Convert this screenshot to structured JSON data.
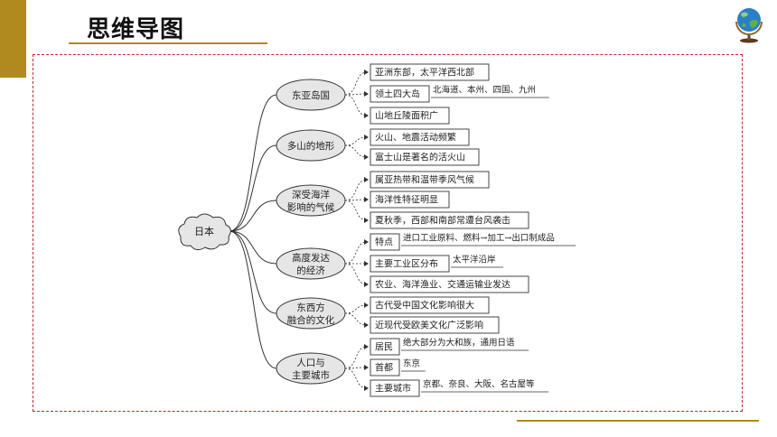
{
  "header": {
    "title": "思维导图"
  },
  "colors": {
    "accent": "#b08a1e",
    "frame": "#b52a2a",
    "node_fill": "#e6e6e6",
    "ink": "#333333"
  },
  "icons": {
    "corner": "globe-icon"
  },
  "mindmap": {
    "root": "日本",
    "branches": [
      {
        "label": [
          "东亚岛国"
        ],
        "items": [
          {
            "text": "亚洲东部，太平洋西北部"
          },
          {
            "text": "领土四大岛",
            "note": "北海道、本州、四国、九州"
          },
          {
            "text": "山地丘陵面积广"
          }
        ]
      },
      {
        "label": [
          "多山的地形"
        ],
        "items": [
          {
            "text": "火山、地震活动频繁"
          },
          {
            "text": "富士山是著名的活火山"
          }
        ]
      },
      {
        "label": [
          "深受海洋",
          "影响的气候"
        ],
        "items": [
          {
            "text": "属亚热带和温带季风气候"
          },
          {
            "text": "海洋性特征明显"
          },
          {
            "text": "夏秋季，西部和南部常遭台风袭击"
          }
        ]
      },
      {
        "label": [
          "高度发达",
          "的经济"
        ],
        "items": [
          {
            "text": "特点",
            "note": "进口工业原料、燃料→加工→出口制成品"
          },
          {
            "text": "主要工业区分布",
            "note": "太平洋沿岸"
          },
          {
            "text": "农业、海洋渔业、交通运输业发达"
          }
        ]
      },
      {
        "label": [
          "东西方",
          "融合的文化"
        ],
        "items": [
          {
            "text": "古代受中国文化影响很大"
          },
          {
            "text": "近现代受欧美文化广泛影响"
          }
        ]
      },
      {
        "label": [
          "人口与",
          "主要城市"
        ],
        "items": [
          {
            "text": "居民",
            "note": "绝大部分为大和族，通用日语"
          },
          {
            "text": "首都",
            "note": "东京"
          },
          {
            "text": "主要城市",
            "note": "京都、奈良、大阪、名古屋等"
          }
        ]
      }
    ]
  }
}
